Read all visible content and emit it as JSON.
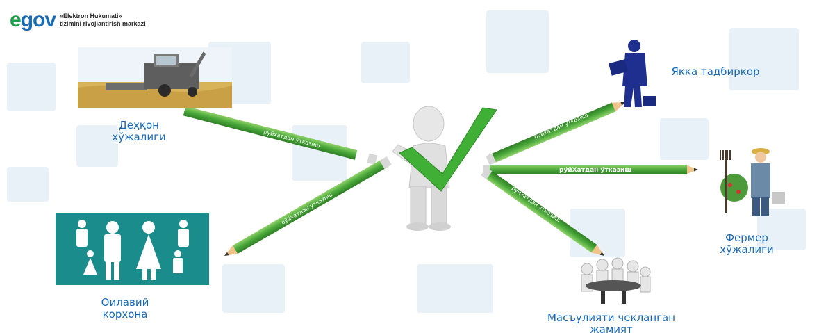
{
  "logo": {
    "mark_e": "e",
    "mark_rest": "gov",
    "line1": "«Elektron Hukumati»",
    "line2": "tizimini rivojlantirish markazi"
  },
  "labels": {
    "dehqon": [
      "Деҳқон",
      "хўжалиги"
    ],
    "oilaviy": [
      "Оилавий",
      "корхона"
    ],
    "yakka": "Якка тадбиркор",
    "fermer": [
      "Фермер",
      "хўжалиги"
    ],
    "masuliyat": [
      "Масъулияти чекланган",
      "жамият"
    ]
  },
  "pencil_caption": "рўйхатдан ўтказиш",
  "pencil_caption_center": "рўйХатдан ўтказиш",
  "icons": {
    "combine": "combine-harvester-icon",
    "family": "family-icon",
    "businessman": "businessman-icon",
    "farmer": "farmer-icon",
    "group": "meeting-group-icon",
    "person": "person-with-checkmark-icon"
  },
  "colors": {
    "label_blue": "#1769b8",
    "pencil_green": "#4aa83a",
    "check_green": "#3fb035",
    "family_teal": "#1a8c8c"
  }
}
